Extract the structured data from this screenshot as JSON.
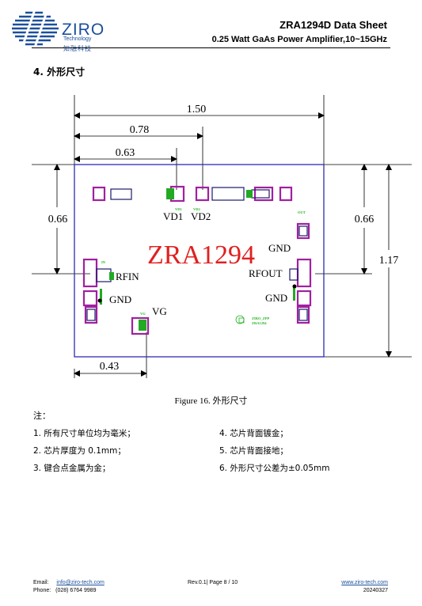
{
  "header": {
    "logo_word": "ZIRO",
    "logo_sub": "Technology",
    "logo_cn": "知融科技",
    "title": "ZRA1294D Data Sheet",
    "subtitle": "0.25 Watt GaAs Power Amplifier,10~15GHz"
  },
  "section_title": "4.  外形尺寸",
  "drawing": {
    "dims": {
      "width_total": "1.50",
      "vd2_offset": "0.78",
      "vd1_offset": "0.63",
      "left_height": "0.66",
      "right_height": "0.66",
      "total_height": "1.17",
      "vg_offset": "0.43"
    },
    "labels": {
      "chip_name": "ZRA1294",
      "vd1": "VD1",
      "vd2": "VD2",
      "rfin": "RFIN",
      "rfout": "RFOUT",
      "gnd_left": "GND",
      "gnd_right_top": "GND",
      "gnd_right_bottom": "GND",
      "vg": "VG"
    },
    "tiny_labels": {
      "vd1": "VD1",
      "vd2": "VD2",
      "in": "IN",
      "out": "OUT",
      "vg": "VG",
      "mark1": "ZIRO_ZPP",
      "mark2": "ZRA1294"
    },
    "colors": {
      "outline": "#2c2cb4",
      "pad": "#a020a0",
      "chip_name": "#e02020",
      "tiny_label": "#22b422"
    }
  },
  "caption": "Figure 16. 外形尺寸",
  "notes": {
    "heading": "注：",
    "items": [
      "1.   所有尺寸单位均为毫米；",
      "2.   芯片厚度为 0.1mm；",
      "3.   键合点金属为金；",
      "4.   芯片背面镀金；",
      "5.   芯片背面接地；",
      "6.   外形尺寸公差为±0.05mm"
    ]
  },
  "footer": {
    "email_label": "Email:",
    "email": "info@ziro-tech.com",
    "phone_label": "Phone:",
    "phone": "(028) 6764 9989",
    "rev": "Rev.0.1| Page 8 / 10",
    "website": "www.ziro-tech.com",
    "date": "20240327"
  }
}
